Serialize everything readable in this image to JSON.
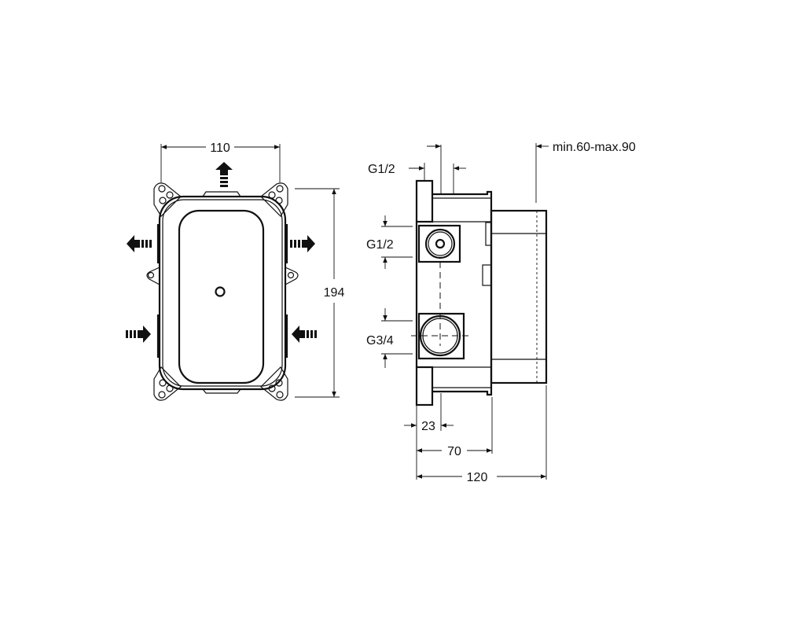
{
  "front_view": {
    "width_label": "110",
    "height_label": "194",
    "flow_arrows": [
      "up-outlet",
      "left-outlet",
      "right-outlet",
      "left-inlet",
      "right-inlet"
    ]
  },
  "side_view": {
    "top_thread_label": "G1/2",
    "upper_port_label": "G1/2",
    "lower_port_label": "G3/4",
    "depth_range_label": "min.60-max.90",
    "dim_23_label": "23",
    "dim_70_label": "70",
    "dim_120_label": "120"
  },
  "colors": {
    "line": "#111111",
    "background": "#ffffff"
  }
}
